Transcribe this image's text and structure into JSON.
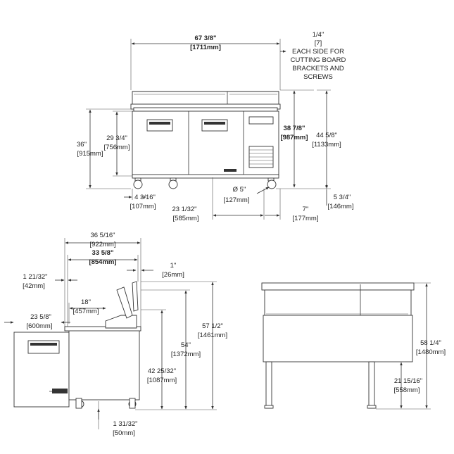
{
  "front_view": {
    "overall_width": {
      "in": "67 3/8\"",
      "mm": "[1711mm]"
    },
    "side_note": {
      "in": "1/4\"",
      "mm": "[7]",
      "line1": "EACH SIDE FOR",
      "line2": "CUTTING BOARD",
      "line3": "BRACKETS AND",
      "line4": "SCREWS"
    },
    "height_36": {
      "in": "36\"",
      "mm": "[915mm]"
    },
    "height_29": {
      "in": "29 3/4\"",
      "mm": "[756mm]"
    },
    "height_38": {
      "in": "38 7/8\"",
      "mm": "[987mm]"
    },
    "height_44": {
      "in": "44 5/8\"",
      "mm": "[1133mm]"
    },
    "caster": {
      "in": "Ø 5\"",
      "mm": "[127mm]"
    },
    "offset_4": {
      "in": "4 3/16\"",
      "mm": "[107mm]"
    },
    "offset_23": {
      "in": "23 1/32\"",
      "mm": "[585mm]"
    },
    "offset_7": {
      "in": "7\"",
      "mm": "[177mm]"
    },
    "offset_5": {
      "in": "5 3/4\"",
      "mm": "[146mm]"
    }
  },
  "side_view": {
    "depth_36": {
      "in": "36 5/16\"",
      "mm": "[922mm]"
    },
    "depth_33": {
      "in": "33 5/8\"",
      "mm": "[854mm]"
    },
    "d_1_21": {
      "in": "1 21/32\"",
      "mm": "[42mm]"
    },
    "d_1": {
      "in": "1\"",
      "mm": "[26mm]"
    },
    "d_18": {
      "in": "18\"",
      "mm": "[457mm]"
    },
    "d_23": {
      "in": "23 5/8\"",
      "mm": "[600mm]"
    },
    "h_57": {
      "in": "57 1/2\"",
      "mm": "[1461mm]"
    },
    "h_54": {
      "in": "54\"",
      "mm": "[1372mm]"
    },
    "h_42": {
      "in": "42 25/32\"",
      "mm": "[1087mm]"
    },
    "d_1_31": {
      "in": "1 31/32\"",
      "mm": "[50mm]"
    }
  },
  "leg_view": {
    "h_58": {
      "in": "58 1/4\"",
      "mm": "[1480mm]"
    },
    "h_21": {
      "in": "21 15/16\"",
      "mm": "[558mm]"
    }
  }
}
